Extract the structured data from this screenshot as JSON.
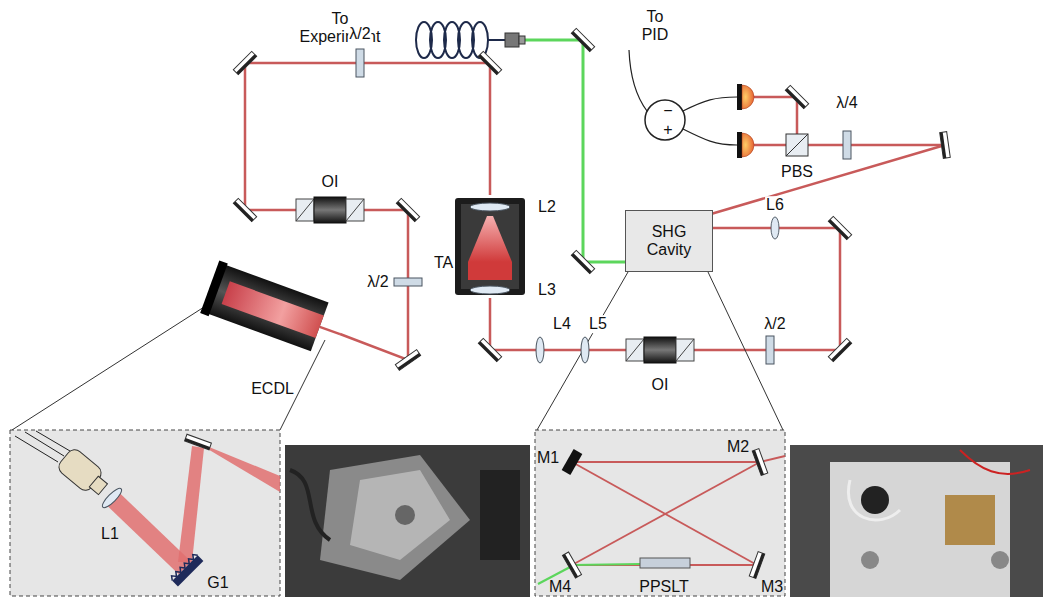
{
  "diagram": {
    "nodes": [
      {
        "text": [
          "ECDL"
        ]
      },
      {
        "text": [
          "TA"
        ]
      },
      {
        "text": [
          "SHG Cavity"
        ]
      }
    ],
    "edges": [
      {
        "from": 0,
        "to": 1,
        "arrow": "none"
      },
      {
        "from": 1,
        "to": 2,
        "arrow": "none"
      }
    ],
    "labels": [
      "To Experiment",
      "To PID",
      "λ/2",
      "λ/2",
      "OI",
      "L2",
      "L3",
      "λ/4",
      "PBS",
      "−",
      "+",
      "L6",
      "L4",
      "L5",
      "OI",
      "λ/2",
      "L1",
      "G1",
      "M1",
      "M2",
      "M3",
      "M4",
      "PPSLT"
    ]
  }
}
